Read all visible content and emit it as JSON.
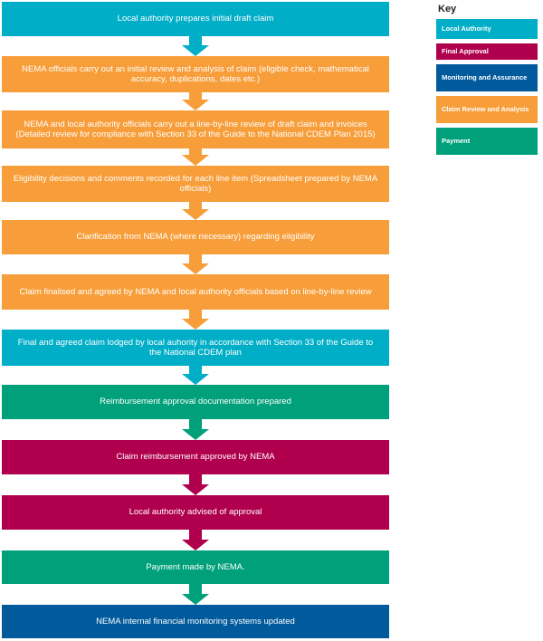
{
  "colors": {
    "local_authority": "#00aec7",
    "final_approval": "#b0004d",
    "monitoring": "#005a9c",
    "claim_review": "#f79e3a",
    "payment": "#00a07a"
  },
  "key": {
    "title": "Key",
    "items": [
      {
        "label": "Local Authority",
        "color": "#00aec7"
      },
      {
        "label": "Final Approval",
        "color": "#b0004d"
      },
      {
        "label": "Monitoring and Assurance",
        "color": "#005a9c"
      },
      {
        "label": "Claim Review and Analysis",
        "color": "#f79e3a"
      },
      {
        "label": "Payment",
        "color": "#00a07a"
      }
    ]
  },
  "steps": [
    {
      "text": "Local authority prepares initial draft claim",
      "category": "local_authority"
    },
    {
      "text": "NEMA officials carry out an initial review and analysis of claim (eligible check, mathematical accuracy, duplications, dates etc.)",
      "category": "claim_review"
    },
    {
      "text": "NEMA and local authority officials carry out a line-by-line review of draft claim and invoices (Detailed review for compliance with Section 33 of the Guide to the National CDEM Plan 2015)",
      "category": "claim_review"
    },
    {
      "text": "Eligibility decisions and comments recorded for each line item (Spreadsheet prepared by NEMA officials)",
      "category": "claim_review"
    },
    {
      "text": "Clarification from NEMA (where necessary) regarding eligibility",
      "category": "claim_review"
    },
    {
      "text": "Claim finalised and agreed by NEMA and local authority officials based on line-by-line review",
      "category": "claim_review"
    },
    {
      "text": "Final and agreed claim lodged by local auhority in accordance with Section 33 of the Guide to the National CDEM plan",
      "category": "local_authority"
    },
    {
      "text": "Reimbursement approval documentation prepared",
      "category": "payment"
    },
    {
      "text": "Claim reimbursement approved by NEMA",
      "category": "final_approval"
    },
    {
      "text": "Local authority advised of approval",
      "category": "final_approval"
    },
    {
      "text": "Payment made by NEMA.",
      "category": "payment"
    },
    {
      "text": "NEMA internal financial monitoring systems updated",
      "category": "monitoring"
    }
  ]
}
